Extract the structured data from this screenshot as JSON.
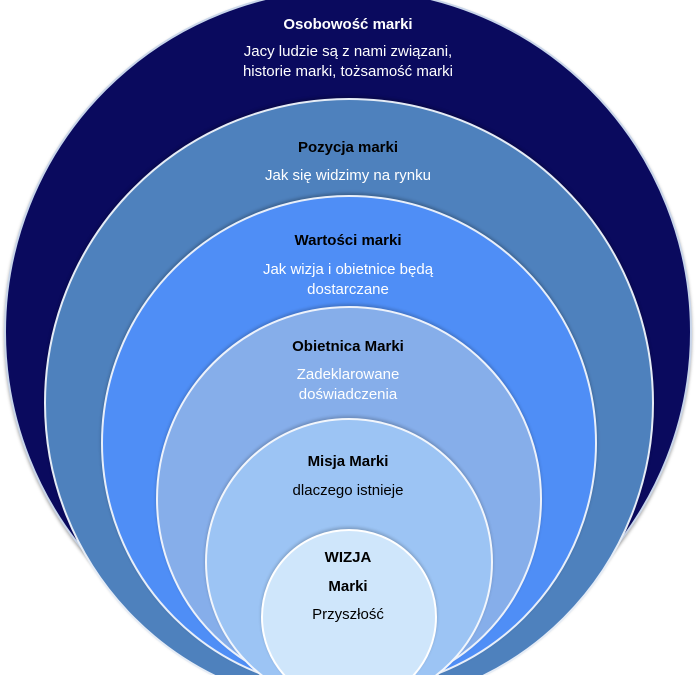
{
  "layers": [
    {
      "title": "Osobowość marki",
      "description": "Jacy ludzie są z nami związani, historie marki, tożsamość marki",
      "fill": "#0a0a5e",
      "text_color": "#ffffff"
    },
    {
      "title": "Pozycja marki",
      "description": "Jak się widzimy na rynku",
      "fill": "#4e81bd",
      "text_color": "#000000",
      "desc_color": "#ffffff"
    },
    {
      "title": "Wartości marki",
      "description": "Jak wizja i obietnice będą dostarczane",
      "fill": "#4f8ef6",
      "text_color": "#000000",
      "desc_color": "#ffffff"
    },
    {
      "title": "Obietnica Marki",
      "description": "Zadeklarowane doświadczenia",
      "fill": "#86aeea",
      "text_color": "#000000",
      "desc_color": "#ffffff"
    },
    {
      "title": "Misja Marki",
      "description": "dlaczego istnieje",
      "fill": "#9cc4f4",
      "text_color": "#000000"
    },
    {
      "title_line1": "WIZJA",
      "title_line2": "Marki",
      "description": "Przyszłość",
      "fill": "#cfe6fb",
      "text_color": "#000000"
    }
  ]
}
